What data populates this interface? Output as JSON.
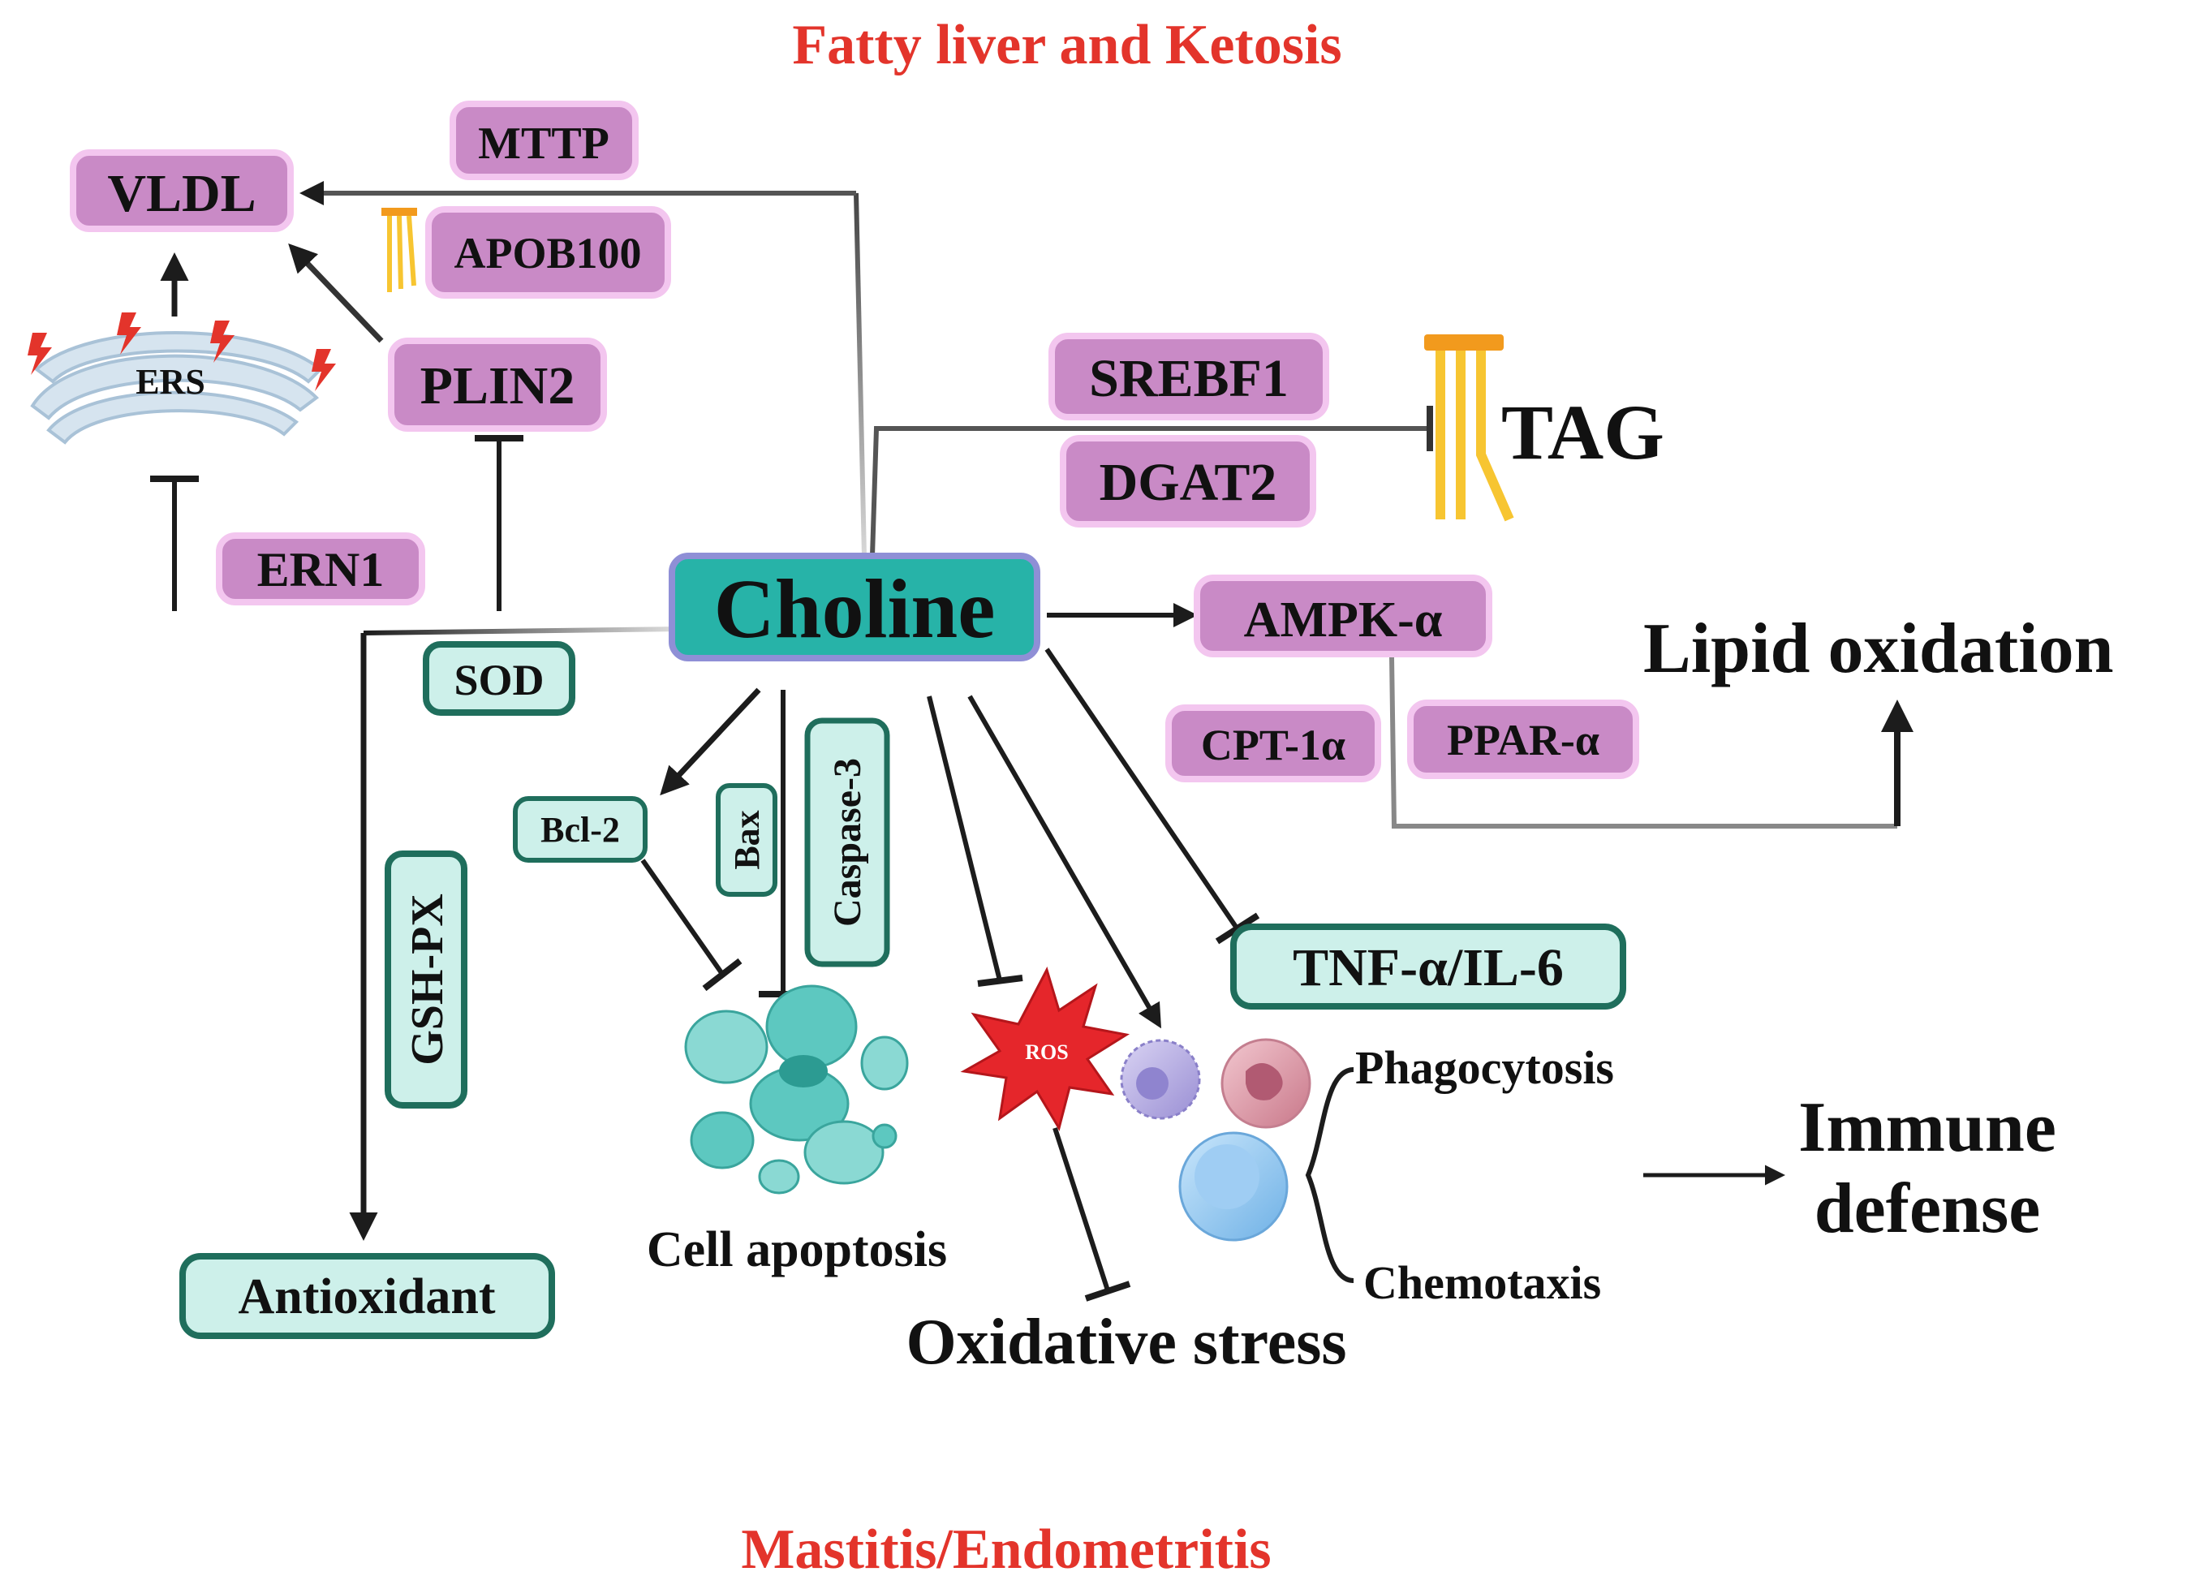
{
  "headings": {
    "top": "Fatty liver and Ketosis",
    "bottom": "Mastitis/Endometritis"
  },
  "center": {
    "label": "Choline"
  },
  "pink_nodes": {
    "vldl": "VLDL",
    "mttp": "MTTP",
    "apob100": "APOB100",
    "plin2": "PLIN2",
    "ern1": "ERN1",
    "srebf1": "SREBF1",
    "dgat2": "DGAT2",
    "ampk": "AMPK-α",
    "cpt1": "CPT-1α",
    "ppar": "PPAR-α"
  },
  "teal_nodes": {
    "sod": "SOD",
    "gshpx": "GSH-PX",
    "antioxidant": "Antioxidant",
    "bcl2": "Bcl-2",
    "bax": "Bax",
    "caspase3": "Caspase-3",
    "tnf": "TNF-α/IL-6"
  },
  "plain_labels": {
    "ers": "ERS",
    "tag": "TAG",
    "lipid_oxidation": "Lipid oxidation",
    "cell_apoptosis": "Cell apoptosis",
    "ros": "ROS",
    "oxidative_stress": "Oxidative stress",
    "phagocytosis": "Phagocytosis",
    "chemotaxis": "Chemotaxis",
    "immune_line1": "Immune",
    "immune_line2": "defense"
  },
  "colors": {
    "heading_red": "#e3342b",
    "pink_fill": "#c98ac6",
    "pink_border": "#f3c6ef",
    "teal_fill": "#cdf0ea",
    "teal_border": "#1f6e5c",
    "center_fill": "#27b3a8",
    "center_border": "#8f8fd6",
    "arrow": "#1c1c1c",
    "ros_red": "#e5262b",
    "er_fill": "#d6e4ef",
    "lipid_yellow": "#f7c531",
    "lipid_orange": "#f29a1d"
  },
  "icons": [
    "endoplasmic-reticulum-icon",
    "lightning-bolt-icon",
    "lipid-droplet-icon",
    "apoptotic-cell-icon",
    "ros-burst-icon",
    "immune-cell-icon"
  ]
}
